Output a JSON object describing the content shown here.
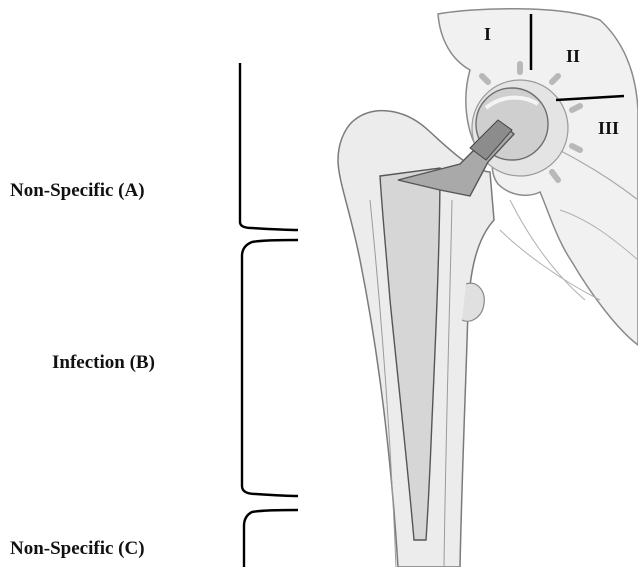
{
  "labels": {
    "non_specific_a": "Non-Specific (A)",
    "infection_b": "Infection (B)",
    "non_specific_c": "Non-Specific (C)"
  },
  "zones": {
    "zone_1": "I",
    "zone_2": "II",
    "zone_3": "III"
  }
}
